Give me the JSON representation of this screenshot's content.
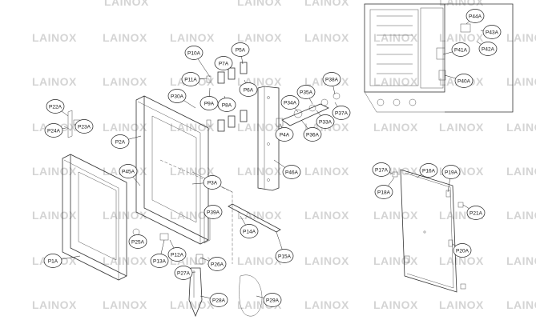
{
  "watermark": "LAINOX",
  "labels": [
    "P1A",
    "P2A",
    "P3A",
    "P4A",
    "P5A",
    "P6A",
    "P7A",
    "P8A",
    "P9A",
    "P10A",
    "P11A",
    "P12A",
    "P13A",
    "P14A",
    "P15A",
    "P16A",
    "P17A",
    "P18A",
    "P19A",
    "P20A",
    "P21A",
    "P22A",
    "P23A",
    "P24A",
    "P25A",
    "P26A",
    "P27A",
    "P28A",
    "P29A",
    "P30A",
    "P33A",
    "P34A",
    "P35A",
    "P36A",
    "P37A",
    "P38A",
    "P39A",
    "P40A",
    "P41A",
    "P42A",
    "P43A",
    "P44A",
    "P45A",
    "P46A"
  ]
}
